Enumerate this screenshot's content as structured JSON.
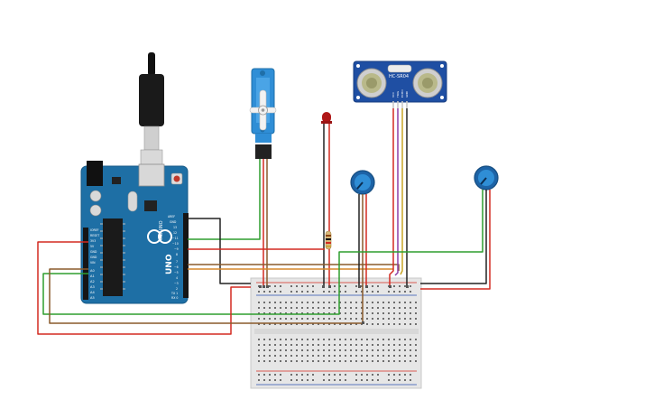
{
  "arduino": {
    "brand_text": "ARDUINO",
    "model_text": "UNO",
    "pin_labels": [
      "AREF",
      "GND",
      "13",
      "12",
      "~11",
      "~10",
      "~9",
      "8",
      "7",
      "~6",
      "~5",
      "4",
      "~3",
      "2",
      "TX 1",
      "RX 0"
    ],
    "power_labels": [
      "IOREF",
      "RESET",
      "3V3",
      "5V",
      "GND",
      "GND",
      "VIN"
    ],
    "analog_labels": [
      "A0",
      "A1",
      "A2",
      "A3",
      "A4",
      "A5"
    ]
  },
  "ultrasonic": {
    "model_text": "HC-SR04",
    "pin_labels": [
      "VCC",
      "TRIG",
      "ECHO",
      "GND"
    ]
  },
  "wire_colors": {
    "red": "#d42a20",
    "black": "#222222",
    "green": "#2e9e2e",
    "brown": "#8a5a2b",
    "orange": "#d6852a",
    "purple": "#8e3fa8",
    "yellow": "#c8a526"
  }
}
